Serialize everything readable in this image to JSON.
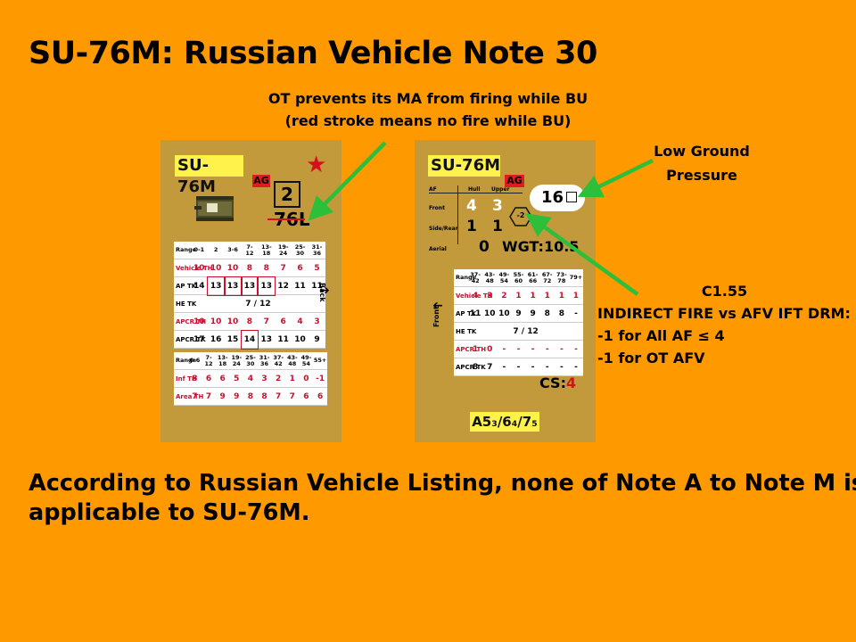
{
  "title": "SU-76M: Russian Vehicle Note 30",
  "callouts": {
    "ot_line1": "OT prevents its MA from firing while BU",
    "ot_line2": "(red stroke means no fire while BU)",
    "lgp_line1": "Low Ground",
    "lgp_line2": "Pressure",
    "c155_line1": "C1.55",
    "c155_line2": "INDIRECT FIRE vs   AFV IFT DRM:",
    "c155_line3": "-1 for All AF ≤ 4",
    "c155_line4": "-1 for OT AFV"
  },
  "bottom_text": {
    "line1": "According to Russian Vehicle Listing, none of Note A to Note M is",
    "line2": "applicable to SU-76M."
  },
  "colors": {
    "background": "#FF9900",
    "card": "#C29A3C",
    "arrow": "#2DBE3A",
    "red": "#C8102E",
    "yellow": "#FFF24A"
  },
  "card_front": {
    "name": "SU-76M",
    "badge": "AG",
    "star": "★",
    "gun_number": "2",
    "gun_caliber": "76L",
    "back_label": "Back",
    "table1": {
      "header": [
        "Range",
        "0-1",
        "2",
        "3-6",
        "7-\n12",
        "13-\n18",
        "19-\n24",
        "25-\n30",
        "31-\n36"
      ],
      "rows": [
        {
          "label": "Vehicle TH",
          "cells": [
            "10",
            "10",
            "10",
            "8",
            "8",
            "7",
            "6",
            "5"
          ],
          "red": true
        },
        {
          "label": "AP TK",
          "cells": [
            "14",
            "13",
            "13",
            "13",
            "13",
            "12",
            "11",
            "11"
          ],
          "red": false
        },
        {
          "label": "HE TK",
          "cells": [
            "7",
            "/",
            "12"
          ],
          "red": false
        },
        {
          "label": "APCR TH",
          "cells": [
            "10",
            "10",
            "10",
            "8",
            "7",
            "6",
            "4",
            "3"
          ],
          "red": true
        },
        {
          "label": "APCR TK",
          "cells": [
            "17",
            "16",
            "15",
            "14",
            "13",
            "11",
            "10",
            "9"
          ],
          "red": false
        }
      ]
    },
    "table2": {
      "header": [
        "Range",
        "0-6",
        "7-\n12",
        "13-\n18",
        "19-\n24",
        "25-\n30",
        "31-\n36",
        "37-\n42",
        "43-\n48",
        "49-\n54",
        "55+"
      ],
      "rows": [
        {
          "label": "Inf TH",
          "cells": [
            "8",
            "6",
            "6",
            "5",
            "4",
            "3",
            "2",
            "1",
            "0",
            "-1"
          ],
          "red": true
        },
        {
          "label": "Area TH",
          "cells": [
            "7",
            "7",
            "9",
            "9",
            "8",
            "8",
            "7",
            "7",
            "6",
            "6"
          ],
          "red": true
        }
      ]
    }
  },
  "card_back": {
    "name": "SU-76M",
    "badge": "AG",
    "armor_header": [
      "AF",
      "Hull",
      "Upper"
    ],
    "armor_rows": [
      {
        "label": "Front",
        "hull": "4",
        "upper": "3"
      },
      {
        "label": "Side/Rear",
        "hull": "1",
        "upper": "1"
      },
      {
        "label": "Aerial",
        "hull": "",
        "upper": "0"
      }
    ],
    "hex_drm": "-2",
    "mp": "16",
    "weight": "WGT:10.5",
    "front_label": "Front",
    "table": {
      "header": [
        "Range",
        "37-\n42",
        "43-\n48",
        "49-\n54",
        "55-\n60",
        "61-\n66",
        "67-\n72",
        "73-\n78",
        "79+"
      ],
      "rows": [
        {
          "label": "Vehicle TH",
          "cells": [
            "4",
            "3",
            "2",
            "1",
            "1",
            "1",
            "1",
            "1"
          ],
          "red": true
        },
        {
          "label": "AP TK",
          "cells": [
            "11",
            "10",
            "10",
            "9",
            "9",
            "8",
            "8",
            "-"
          ],
          "red": false
        },
        {
          "label": "HE TK",
          "cells": [
            "7",
            "/",
            "12"
          ],
          "red": false
        },
        {
          "label": "APCR TH",
          "cells": [
            "1",
            "0",
            "-",
            "-",
            "-",
            "-",
            "-",
            "-"
          ],
          "red": true
        },
        {
          "label": "APCR TK",
          "cells": [
            "8",
            "7",
            "-",
            "-",
            "-",
            "-",
            "-",
            "-"
          ],
          "red": false
        }
      ]
    },
    "cs": "CS:",
    "cs_value": "4",
    "ammo": "A5₃/6₄/7₅"
  }
}
